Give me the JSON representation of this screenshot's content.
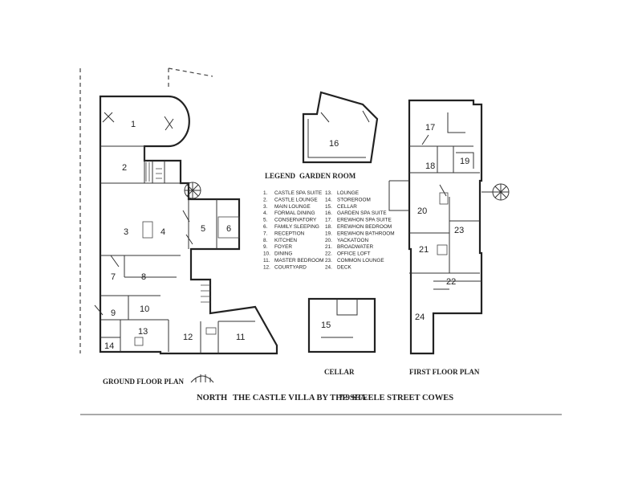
{
  "headings": {
    "legend": "LEGEND",
    "garden_room": "GARDEN ROOM",
    "ground_floor_plan": "GROUND FLOOR PLAN",
    "cellar": "CELLAR",
    "first_floor_plan": "FIRST FLOOR PLAN"
  },
  "title": {
    "north": "NORTH",
    "name": "THE CASTLE VILLA BY THE SEA",
    "address": "7-9 STEELE STREET COWES"
  },
  "legend": [
    {
      "num": "1.",
      "label": "CASTLE SPA SUITE"
    },
    {
      "num": "2.",
      "label": "CASTLE LOUNGE"
    },
    {
      "num": "3.",
      "label": "MAIN LOUNGE"
    },
    {
      "num": "4.",
      "label": "FORMAL DINING"
    },
    {
      "num": "5.",
      "label": "CONSERVATORY"
    },
    {
      "num": "6.",
      "label": "FAMILY SLEEPING"
    },
    {
      "num": "7.",
      "label": "RECEPTION"
    },
    {
      "num": "8.",
      "label": "KITCHEN"
    },
    {
      "num": "9.",
      "label": "FOYER"
    },
    {
      "num": "10.",
      "label": "DINING"
    },
    {
      "num": "11.",
      "label": "MASTER BEDROOM"
    },
    {
      "num": "12.",
      "label": "COURTYARD"
    },
    {
      "num": "13.",
      "label": "LOUNGE"
    },
    {
      "num": "14.",
      "label": "STOREROOM"
    },
    {
      "num": "15.",
      "label": "CELLAR"
    },
    {
      "num": "16.",
      "label": "GARDEN SPA SUITE"
    },
    {
      "num": "17.",
      "label": "EREWHON SPA SUITE"
    },
    {
      "num": "18.",
      "label": "EREWHON BEDROOM"
    },
    {
      "num": "19.",
      "label": "EREWHON BATHROOM"
    },
    {
      "num": "20.",
      "label": "YACKATOON"
    },
    {
      "num": "21.",
      "label": "BROADWATER"
    },
    {
      "num": "22.",
      "label": "OFFICE LOFT"
    },
    {
      "num": "23.",
      "label": "COMMON LOUNGE"
    },
    {
      "num": "24.",
      "label": "DECK"
    }
  ],
  "room_numbers": {
    "r1": "1",
    "r2": "2",
    "r3": "3",
    "r4": "4",
    "r5": "5",
    "r6": "6",
    "r7": "7",
    "r8": "8",
    "r9": "9",
    "r10": "10",
    "r11": "11",
    "r12": "12",
    "r13": "13",
    "r14": "14",
    "r15": "15",
    "r16": "16",
    "r17": "17",
    "r18": "18",
    "r19": "19",
    "r20": "20",
    "r21": "21",
    "r22": "22",
    "r23": "23",
    "r24": "24"
  }
}
